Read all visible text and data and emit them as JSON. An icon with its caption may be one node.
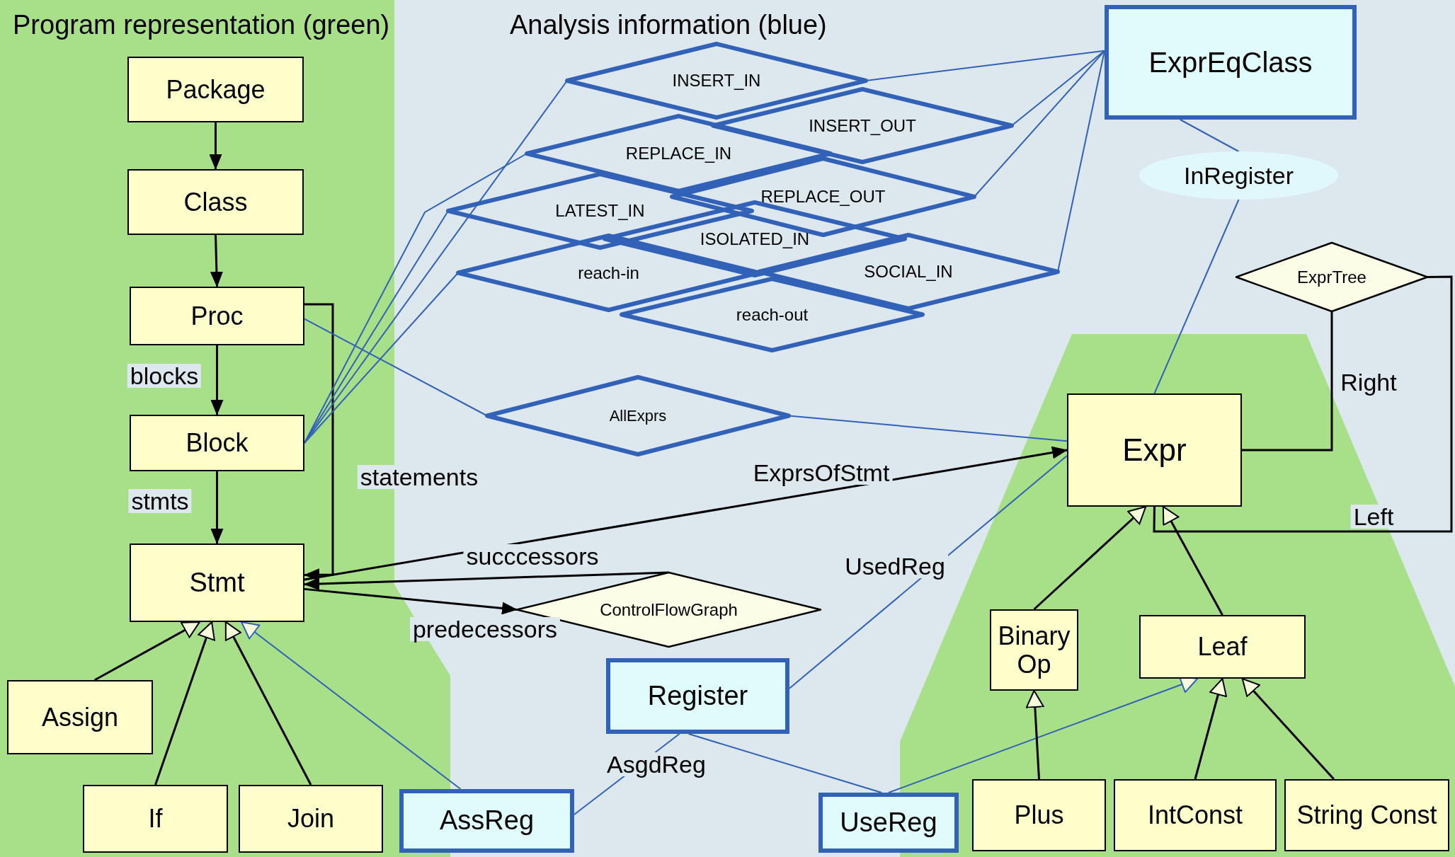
{
  "diagram": {
    "nodes": [
      {
        "text": [
          "Package"
        ]
      },
      {
        "text": [
          "Class"
        ]
      },
      {
        "text": [
          "Proc"
        ]
      },
      {
        "text": [
          "Block"
        ]
      },
      {
        "text": [
          "Stmt"
        ]
      },
      {
        "text": [
          "Assign"
        ]
      },
      {
        "text": [
          "If"
        ]
      },
      {
        "text": [
          "Join"
        ]
      },
      {
        "text": [
          "INSERT_IN"
        ]
      },
      {
        "text": [
          "INSERT_OUT"
        ]
      },
      {
        "text": [
          "REPLACE_IN"
        ]
      },
      {
        "text": [
          "REPLACE_OUT"
        ]
      },
      {
        "text": [
          "LATEST_IN"
        ]
      },
      {
        "text": [
          "ISOLATED_IN"
        ]
      },
      {
        "text": [
          "reach-in"
        ]
      },
      {
        "text": [
          "SOCIAL_IN"
        ]
      },
      {
        "text": [
          "reach-out"
        ]
      },
      {
        "text": [
          "AllExprs"
        ]
      },
      {
        "text": [
          "ControlFlowGraph"
        ]
      },
      {
        "text": [
          "Register"
        ]
      },
      {
        "text": [
          "AssReg"
        ]
      },
      {
        "text": [
          "UseReg"
        ]
      },
      {
        "text": [
          "ExprEqClass"
        ]
      },
      {
        "text": [
          "InRegister"
        ]
      },
      {
        "text": [
          "ExprTree"
        ]
      },
      {
        "text": [
          "Expr"
        ]
      },
      {
        "text": [
          "Binary Op"
        ]
      },
      {
        "text": [
          "Leaf"
        ]
      },
      {
        "text": [
          "Plus"
        ]
      },
      {
        "text": [
          "IntConst"
        ]
      },
      {
        "text": [
          "String Const"
        ]
      }
    ],
    "edges": [
      {
        "from": 0,
        "to": 1,
        "arrow": "to"
      },
      {
        "from": 1,
        "to": 2,
        "arrow": "to"
      },
      {
        "from": 2,
        "to": 3,
        "arrow": "to",
        "label": "blocks"
      },
      {
        "from": 3,
        "to": 4,
        "arrow": "to",
        "label": "stmts"
      },
      {
        "from": 2,
        "to": 4,
        "arrow": "to",
        "label": "statements"
      },
      {
        "from": 5,
        "to": 4,
        "arrow": "to"
      },
      {
        "from": 6,
        "to": 4,
        "arrow": "to"
      },
      {
        "from": 7,
        "to": 4,
        "arrow": "to"
      },
      {
        "from": 20,
        "to": 4,
        "arrow": "to",
        "color": "#3162b8"
      },
      {
        "from": 3,
        "to": 8,
        "arrow": "none",
        "color": "#3162b8"
      },
      {
        "from": 3,
        "to": 10,
        "arrow": "none",
        "color": "#3162b8"
      },
      {
        "from": 3,
        "to": 12,
        "arrow": "none",
        "color": "#3162b8"
      },
      {
        "from": 3,
        "to": 14,
        "arrow": "none",
        "color": "#3162b8"
      },
      {
        "from": 22,
        "to": 8,
        "arrow": "none",
        "color": "#3162b8"
      },
      {
        "from": 22,
        "to": 9,
        "arrow": "none",
        "color": "#3162b8"
      },
      {
        "from": 22,
        "to": 11,
        "arrow": "none",
        "color": "#3162b8"
      },
      {
        "from": 22,
        "to": 15,
        "arrow": "none",
        "color": "#3162b8"
      },
      {
        "from": 2,
        "to": 17,
        "arrow": "none",
        "color": "#3162b8"
      },
      {
        "from": 17,
        "to": 25,
        "arrow": "none",
        "color": "#3162b8"
      },
      {
        "from": 4,
        "to": 25,
        "arrow": "to",
        "label": "ExprsOfStmt"
      },
      {
        "from": 18,
        "to": 4,
        "arrow": "to",
        "label": "succcessors"
      },
      {
        "from": 4,
        "to": 18,
        "arrow": "to",
        "label": "predecessors"
      },
      {
        "from": 19,
        "to": 25,
        "arrow": "none",
        "color": "#3162b8",
        "label": "UsedReg"
      },
      {
        "from": 19,
        "to": 20,
        "arrow": "none",
        "color": "#3162b8",
        "label": "AsgdReg"
      },
      {
        "from": 19,
        "to": 21,
        "arrow": "none",
        "color": "#3162b8"
      },
      {
        "from": 21,
        "to": 27,
        "arrow": "to",
        "color": "#3162b8"
      },
      {
        "from": 22,
        "to": 23,
        "arrow": "none",
        "color": "#3162b8"
      },
      {
        "from": 23,
        "to": 25,
        "arrow": "none",
        "color": "#3162b8"
      },
      {
        "from": 24,
        "to": 25,
        "arrow": "none",
        "label": "Right"
      },
      {
        "from": 24,
        "to": 25,
        "arrow": "none",
        "label": "Left"
      },
      {
        "from": 26,
        "to": 25,
        "arrow": "to"
      },
      {
        "from": 27,
        "to": 25,
        "arrow": "to"
      },
      {
        "from": 28,
        "to": 26,
        "arrow": "to"
      },
      {
        "from": 29,
        "to": 27,
        "arrow": "to"
      },
      {
        "from": 30,
        "to": 27,
        "arrow": "to"
      }
    ],
    "labels": [
      "Program representation (green)",
      "Analysis information (blue)"
    ]
  }
}
